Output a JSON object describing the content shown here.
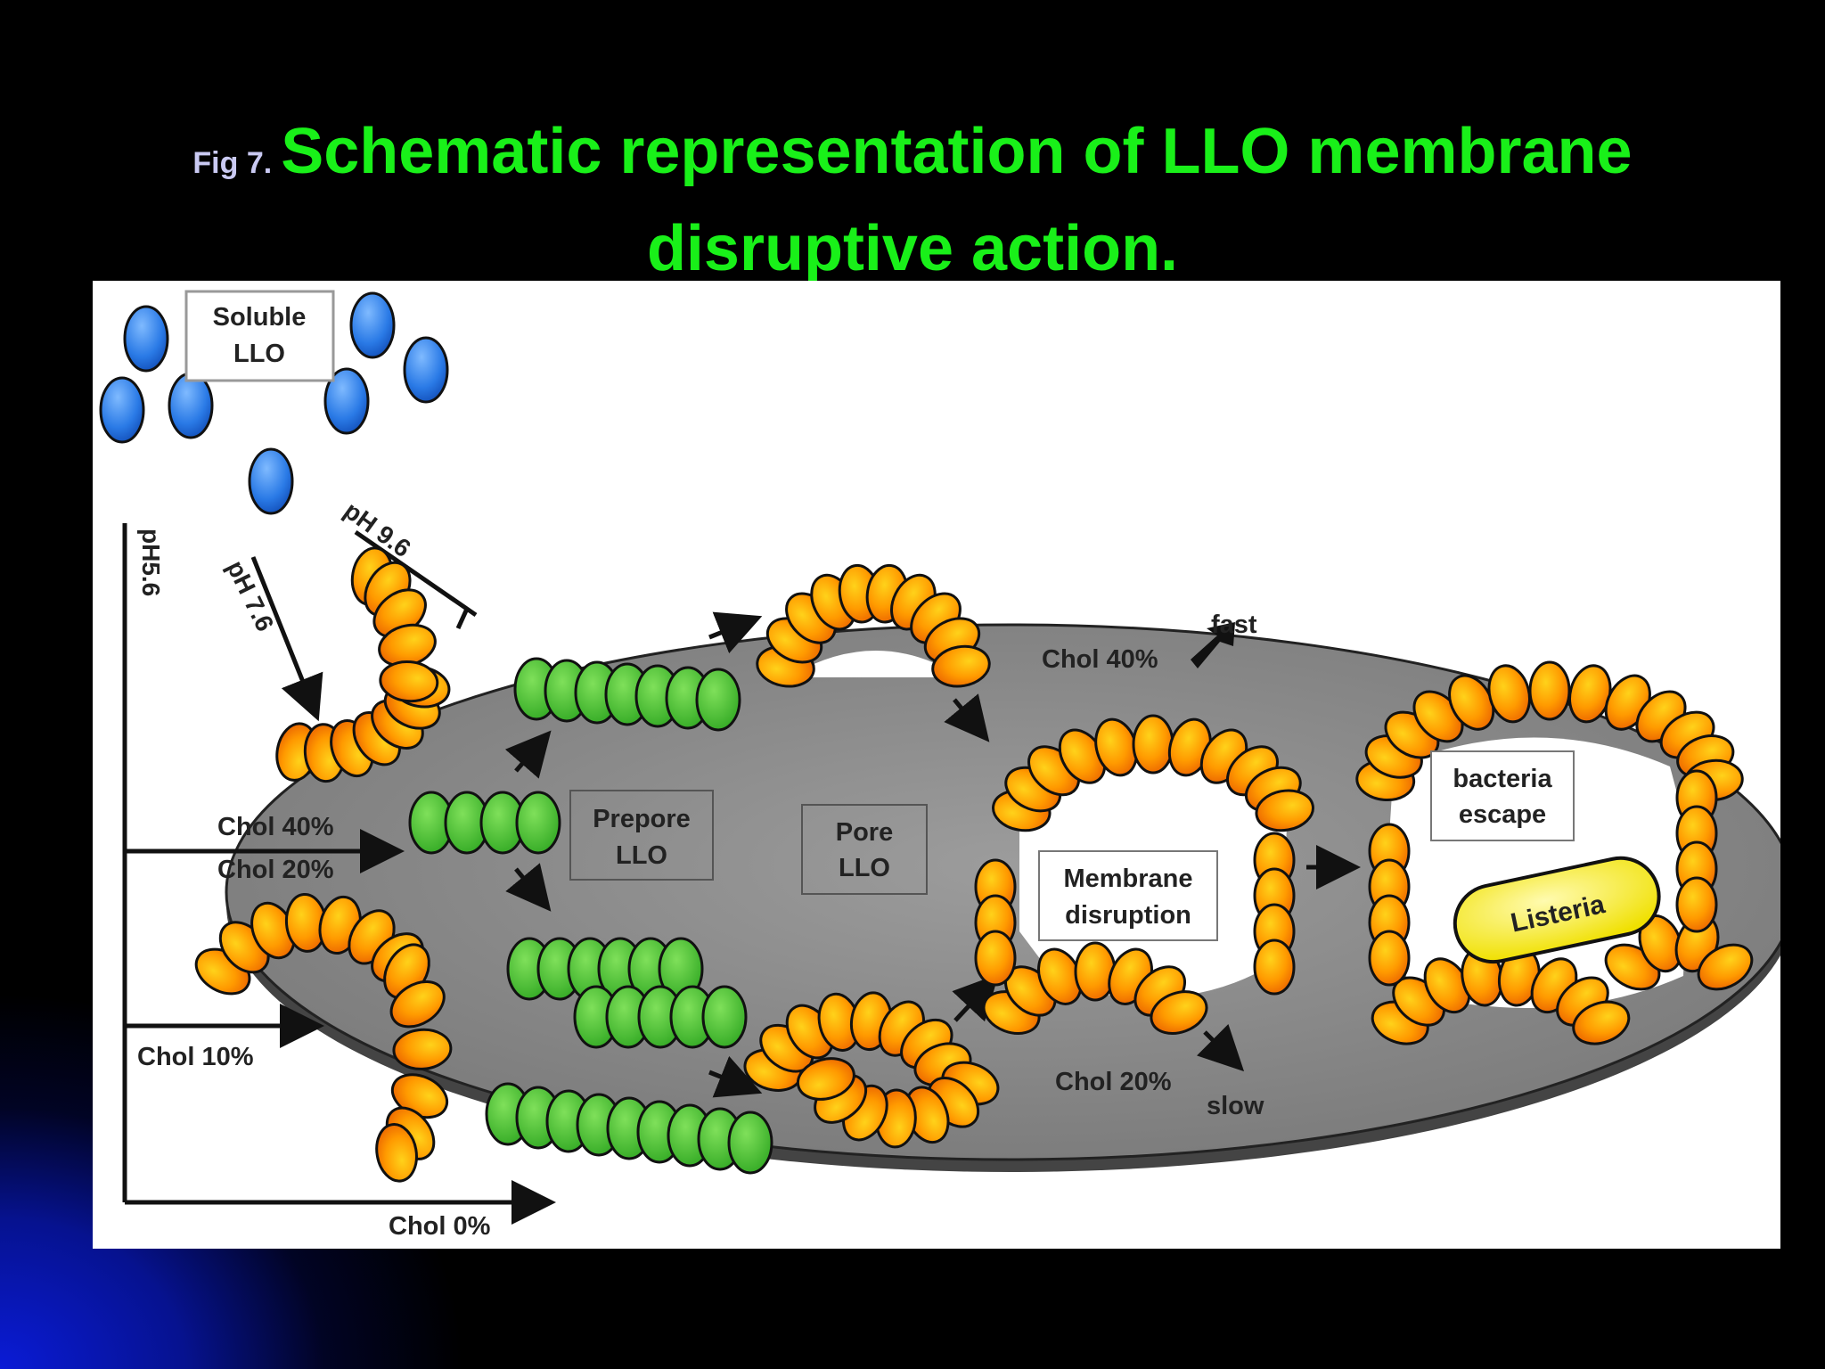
{
  "slide": {
    "fig_label": "Fig 7.",
    "title_line1": "Schematic representation of LLO membrane",
    "title_line2": "disruptive action."
  },
  "diagram": {
    "soluble_box": [
      "Soluble",
      "LLO"
    ],
    "ph_labels": {
      "ph56": "pH5.6",
      "ph76": "pH 7.6",
      "ph96": "pH 9.6"
    },
    "chol_labels": {
      "left_40": "Chol 40%",
      "left_20": "Chol 20%",
      "left_10": "Chol 10%",
      "bottom_0": "Chol 0%",
      "right_40": "Chol 40%",
      "right_20": "Chol 20%"
    },
    "speed_labels": {
      "fast": "fast",
      "slow": "slow"
    },
    "prepore_box": [
      "Prepore",
      "LLO"
    ],
    "pore_box": [
      "Pore",
      "LLO"
    ],
    "disruption_box": [
      "Membrane",
      "disruption"
    ],
    "escape_box": [
      "bacteria",
      "escape"
    ],
    "listeria_label": "Listeria"
  },
  "colors": {
    "title_green": "#19f019",
    "monomer_blue": "#1f6fe0",
    "prepore_green": "#3fc42d",
    "pore_orange": "#ff9a00",
    "membrane_gray": "#8a8a8a",
    "listeria_yellow": "#f2ea1e"
  }
}
